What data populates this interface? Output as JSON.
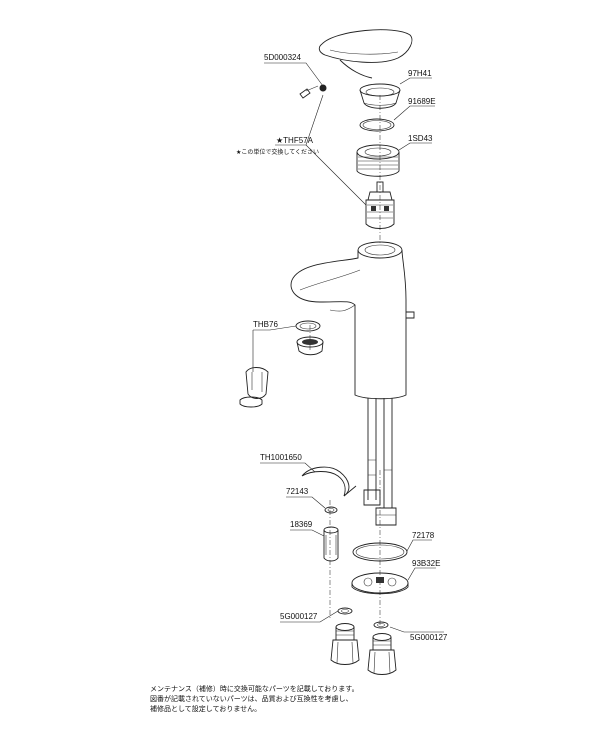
{
  "labels": {
    "p5d000324": "5D000324",
    "p97h41": "97H41",
    "p91689e": "91689E",
    "p1s043": "1SD43",
    "thf57a": "★THF57A",
    "thf57a_note": "★この単位で交換してください",
    "thb76": "THB76",
    "th1001650": "TH1001650",
    "p72143": "72143",
    "p18369": "18369",
    "p72178": "72178",
    "p93b32e": "93B32E",
    "p5g000127_left": "5G000127",
    "p5g000127_right": "5G000127"
  },
  "note": {
    "line1": "メンテナンス（補修）時に交換可能なパーツを記載しております。",
    "line2": "図番が記載されていないパーツは、品質および互換性を考慮し、",
    "line3": "補修品として設定しておりません。"
  }
}
